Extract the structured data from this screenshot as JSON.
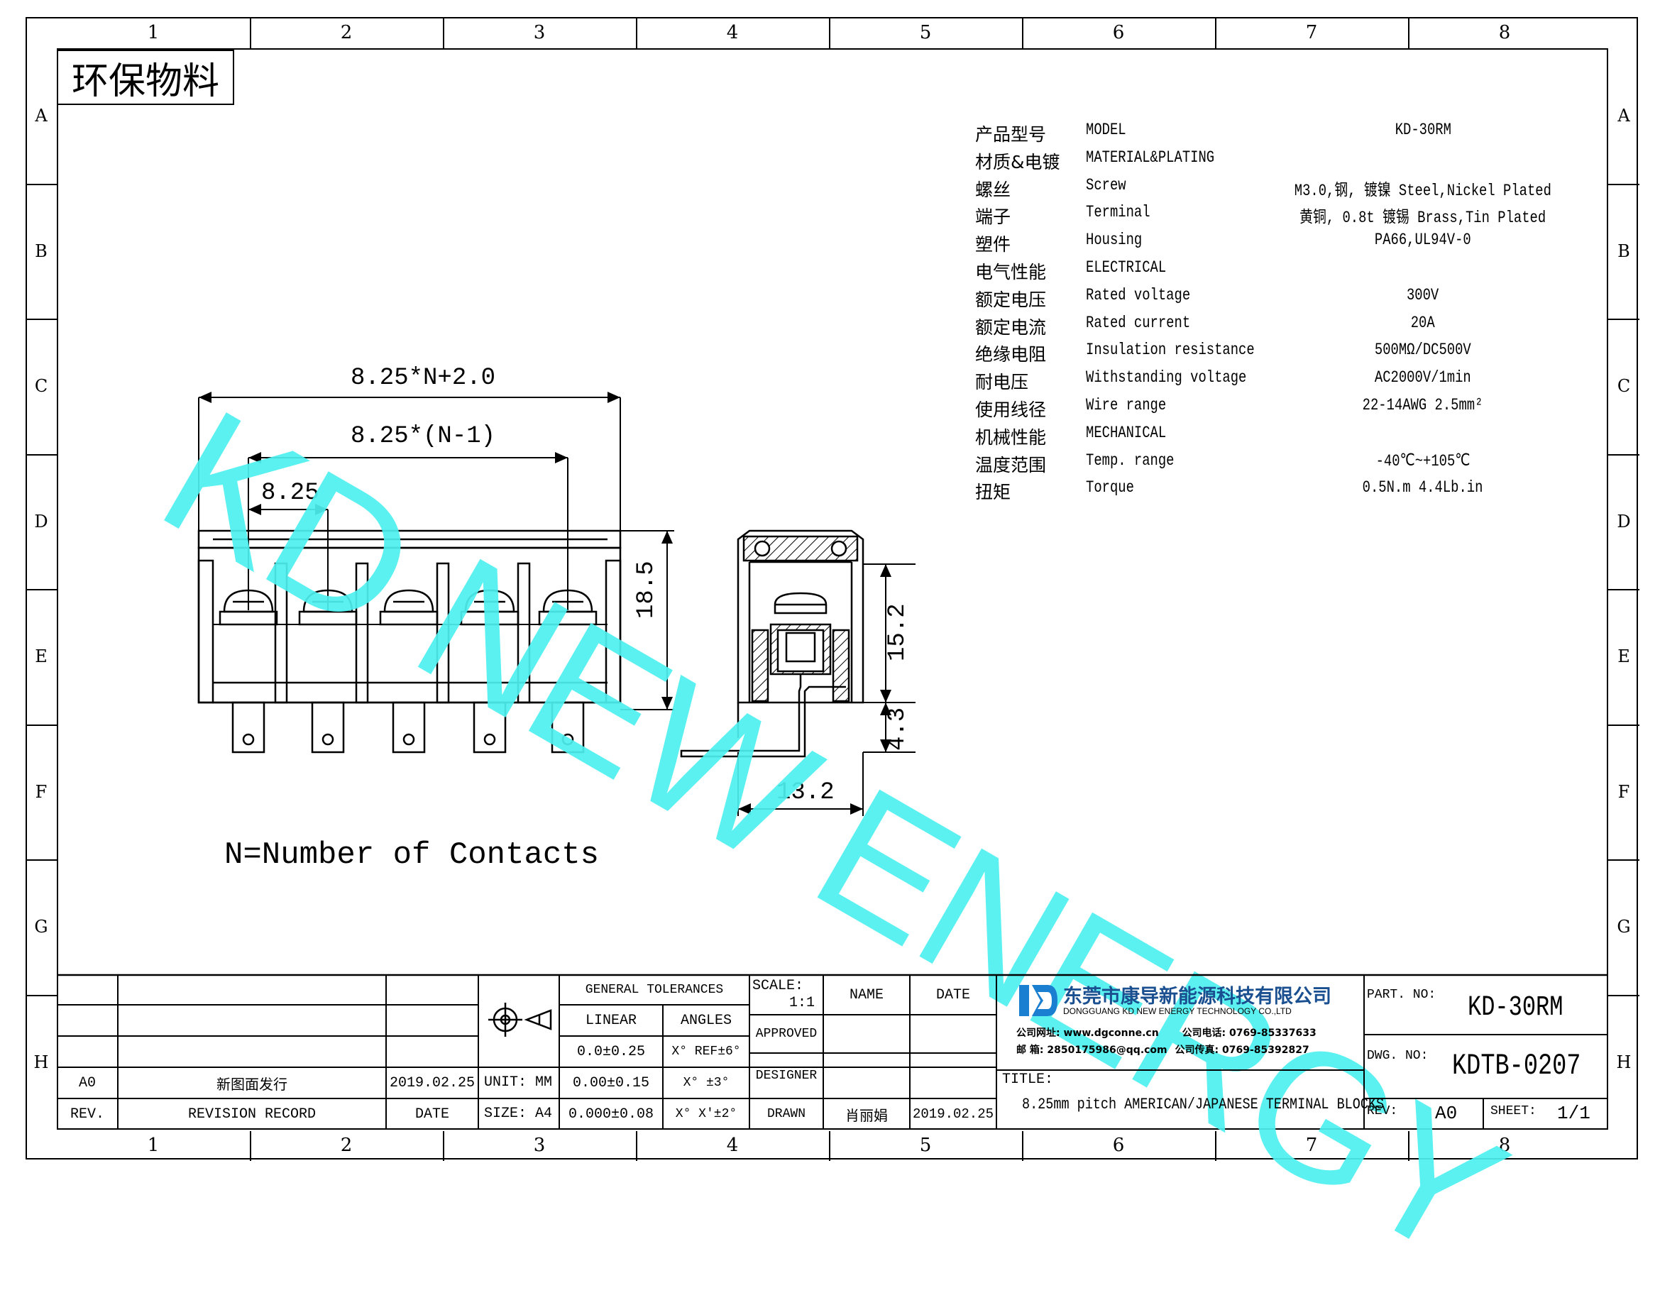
{
  "sheet": {
    "col_labels": [
      "1",
      "2",
      "3",
      "4",
      "5",
      "6",
      "7",
      "8"
    ],
    "row_labels": [
      "A",
      "B",
      "C",
      "D",
      "E",
      "F",
      "G",
      "H"
    ]
  },
  "eco_badge": "环保物料",
  "watermark": "KD NEW ENERGY",
  "specs": [
    {
      "cn": "产品型号",
      "en": "MODEL",
      "value": "KD-30RM"
    },
    {
      "cn": "材质&电镀",
      "en": "MATERIAL&PLATING",
      "value": ""
    },
    {
      "cn": "螺丝",
      "en": "Screw",
      "value": "M3.0,钢, 镀镍 Steel,Nickel Plated"
    },
    {
      "cn": "端子",
      "en": "Terminal",
      "value": "黄铜, 0.8t 镀锡 Brass,Tin Plated"
    },
    {
      "cn": "塑件",
      "en": "Housing",
      "value": "PA66,UL94V-0"
    },
    {
      "cn": "电气性能",
      "en": "ELECTRICAL",
      "value": ""
    },
    {
      "cn": "额定电压",
      "en": "Rated voltage",
      "value": "300V"
    },
    {
      "cn": "额定电流",
      "en": "Rated current",
      "value": "20A"
    },
    {
      "cn": "绝缘电阻",
      "en": "Insulation resistance",
      "value": "500MΩ/DC500V"
    },
    {
      "cn": "耐电压",
      "en": "Withstanding voltage",
      "value": "AC2000V/1min"
    },
    {
      "cn": "使用线径",
      "en": "Wire range",
      "value": "22-14AWG 2.5mm²"
    },
    {
      "cn": "机械性能",
      "en": "MECHANICAL",
      "value": ""
    },
    {
      "cn": "温度范围",
      "en": "Temp. range",
      "value": "-40℃~+105℃"
    },
    {
      "cn": "扭矩",
      "en": "Torque",
      "value": "0.5N.m  4.4Lb.in"
    }
  ],
  "dimensions": {
    "overall": "8.25*N+2.0",
    "pitch_sum": "8.25*(N-1)",
    "pitch": "8.25",
    "height": "18.5",
    "side_height": "15.2",
    "pin_length": "4.3",
    "depth": "13.2"
  },
  "note": "N=Number of Contacts",
  "title_block": {
    "revision_rows": [
      {
        "rev": "A0",
        "record": "新图面发行",
        "date": "2019.02.25"
      }
    ],
    "rev_header": "REV.",
    "record_header": "REVISION RECORD",
    "date_header": "DATE",
    "unit": "UNIT: MM",
    "size": "SIZE: A4",
    "general_tolerances": "GENERAL TOLERANCES",
    "linear": "LINEAR",
    "angles": "ANGLES",
    "tol": [
      {
        "linear": "0.0±0.25",
        "angle": "X° REF±6°"
      },
      {
        "linear": "0.00±0.15",
        "angle": "X° ±3°"
      },
      {
        "linear": "0.000±0.08",
        "angle": "X° X'±2°"
      }
    ],
    "scale_label": "SCALE:",
    "scale_value": "1:1",
    "name_header": "NAME",
    "date_header2": "DATE",
    "approved": "APPROVED",
    "designer": "DESIGNER",
    "drawn": "DRAWN",
    "drawn_name": "肖丽娟",
    "drawn_date": "2019.02.25",
    "company_cn": "东莞市康导新能源科技有限公司",
    "company_en": "DONGGUANG KD NEW ENERGY TECHNOLOGY CO.,LTD",
    "website_label": "公司网址:",
    "website": "www.dgconne.cn",
    "phone_label": "公司电话:",
    "phone": "0769-85337633",
    "email_label": "邮    箱:",
    "email": "2850175986@qq.com",
    "fax_label": "公司传真:",
    "fax": "0769-85392827",
    "title_label": "TITLE:",
    "title": "8.25mm pitch AMERICAN/JAPANESE TERMINAL BLOCKS",
    "part_no_label": "PART. NO:",
    "part_no": "KD-30RM",
    "dwg_no_label": "DWG. NO:",
    "dwg_no": "KDTB-0207",
    "rev_label": "REV:",
    "rev_value": "A0",
    "sheet_label": "SHEET:",
    "sheet_value": "1/1"
  },
  "colors": {
    "watermark": "#4ef0f0",
    "logo": "#1a7fd0"
  }
}
